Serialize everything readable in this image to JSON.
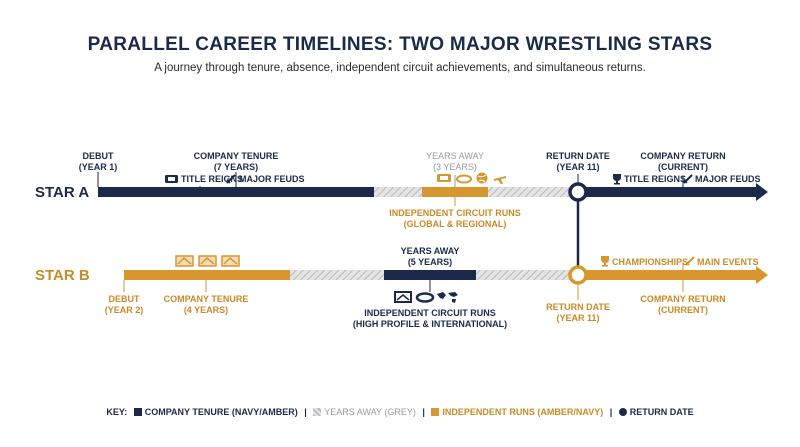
{
  "title": "PARALLEL CAREER TIMELINES: TWO MAJOR WRESTLING STARS",
  "subtitle": "A journey through tenure, absence, independent circuit achievements, and simultaneous returns.",
  "colors": {
    "navy": "#1b2a4a",
    "amber": "#d8962f",
    "grey": "#c9c9c9"
  },
  "star_a": {
    "label": "STAR A",
    "debut": [
      "DEBUT",
      "(YEAR 1)"
    ],
    "tenure": [
      "COMPANY TENURE",
      "(7 YEARS)"
    ],
    "title_reigns": "TITLE REIGNS",
    "major_feuds": "MAJOR FEUDS",
    "years_away": [
      "YEARS AWAY",
      "(3 YEARS)"
    ],
    "indie": [
      "INDEPENDENT CIRCUIT RUNS",
      "(GLOBAL & REGIONAL)"
    ],
    "return_date": [
      "RETURN DATE",
      "(YEAR 11)"
    ],
    "company_return": [
      "COMPANY RETURN",
      "(CURRENT)"
    ],
    "return_title_reigns": "TITLE REIGNS",
    "return_major_feuds": "MAJOR FEUDS",
    "icons": [
      "belt-icon",
      "ring-icon",
      "globe-icon",
      "plane-icon",
      "trophy-icon",
      "sword-icon"
    ]
  },
  "star_b": {
    "label": "STAR B",
    "debut": [
      "DEBUT",
      "(YEAR 2)"
    ],
    "tenure": [
      "COMPANY TENURE",
      "(4 YEARS)"
    ],
    "years_away": [
      "YEARS AWAY",
      "(5 YEARS)"
    ],
    "indie": [
      "INDEPENDENT CIRCUIT RUNS",
      "(HIGH PROFILE & INTERNATIONAL)"
    ],
    "return_date": [
      "RETURN DATE",
      "(YEAR 11)"
    ],
    "company_return": [
      "COMPANY RETURN",
      "(CURRENT)"
    ],
    "championships": "CHAMPIONSHIPS",
    "main_events": "MAIN EVENTS",
    "icons": [
      "belt-icon",
      "ring-icon",
      "world-map-icon",
      "trophy-icon",
      "sword-icon"
    ]
  },
  "key": {
    "prefix": "KEY:",
    "tenure": "COMPANY TENURE (NAVY/AMBER)",
    "away": "YEARS AWAY (GREY)",
    "indie": "INDEPENDENT RUNS (AMBER/NAVY)",
    "return": "RETURN DATE",
    "sep": "|"
  }
}
